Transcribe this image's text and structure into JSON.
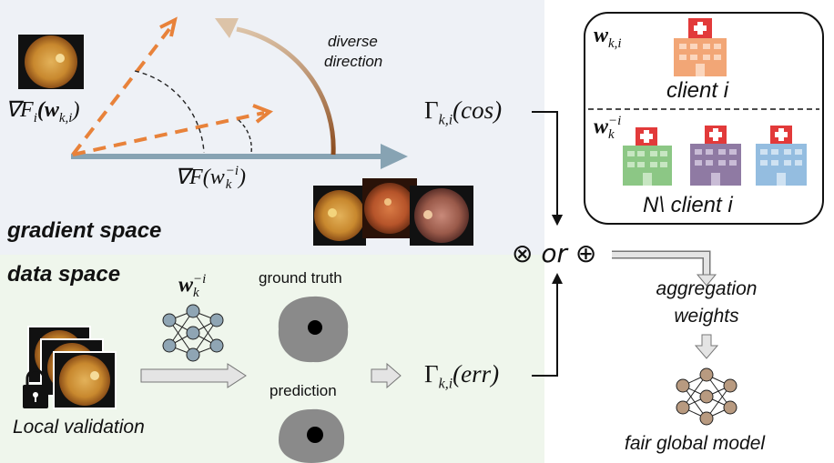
{
  "gradient_space_label": "gradient space",
  "data_space_label": "data space",
  "diverse_direction_line1": "diverse",
  "diverse_direction_line2": "direction",
  "grad_local_label": "∇F",
  "grad_local_sub": "i",
  "grad_local_arg": "(w",
  "grad_local_arg_sub": "k,i",
  "grad_local_close": ")",
  "grad_global_label": "∇F(w",
  "grad_global_sub": "k",
  "grad_global_sup": "−i",
  "grad_global_close": ")",
  "gamma_cos": "Γ",
  "gamma_cos_sub": "k,i",
  "gamma_cos_arg": "(cos)",
  "gamma_err": "Γ",
  "gamma_err_sub": "k,i",
  "gamma_err_arg": "(err)",
  "combine_op": "⊗ or ⊕",
  "client_box_w": "w",
  "client_box_w_sub": "k,i",
  "client_i_label": "client i",
  "client_box_w2": "w",
  "client_box_w2_sub": "k",
  "client_box_w2_sup": "−i",
  "others_label": "N\\ client i",
  "model_w": "w",
  "model_w_sub": "k",
  "model_w_sup": "−i",
  "ground_truth_label": "ground truth",
  "prediction_label": "prediction",
  "local_validation_label": "Local validation",
  "aggregation_line1": "aggregation",
  "aggregation_line2": "weights",
  "fair_model_label": "fair global model",
  "colors": {
    "orange": "#e8823a",
    "steel": "#87a3b3",
    "brown": "#9a5a2a",
    "hospital_orange": "#f2a676",
    "hospital_green": "#8cc785",
    "hospital_purple": "#8f7aa3",
    "hospital_blue": "#94bde0",
    "node_blue": "#8fa5b4",
    "node_brown": "#b89a80"
  }
}
